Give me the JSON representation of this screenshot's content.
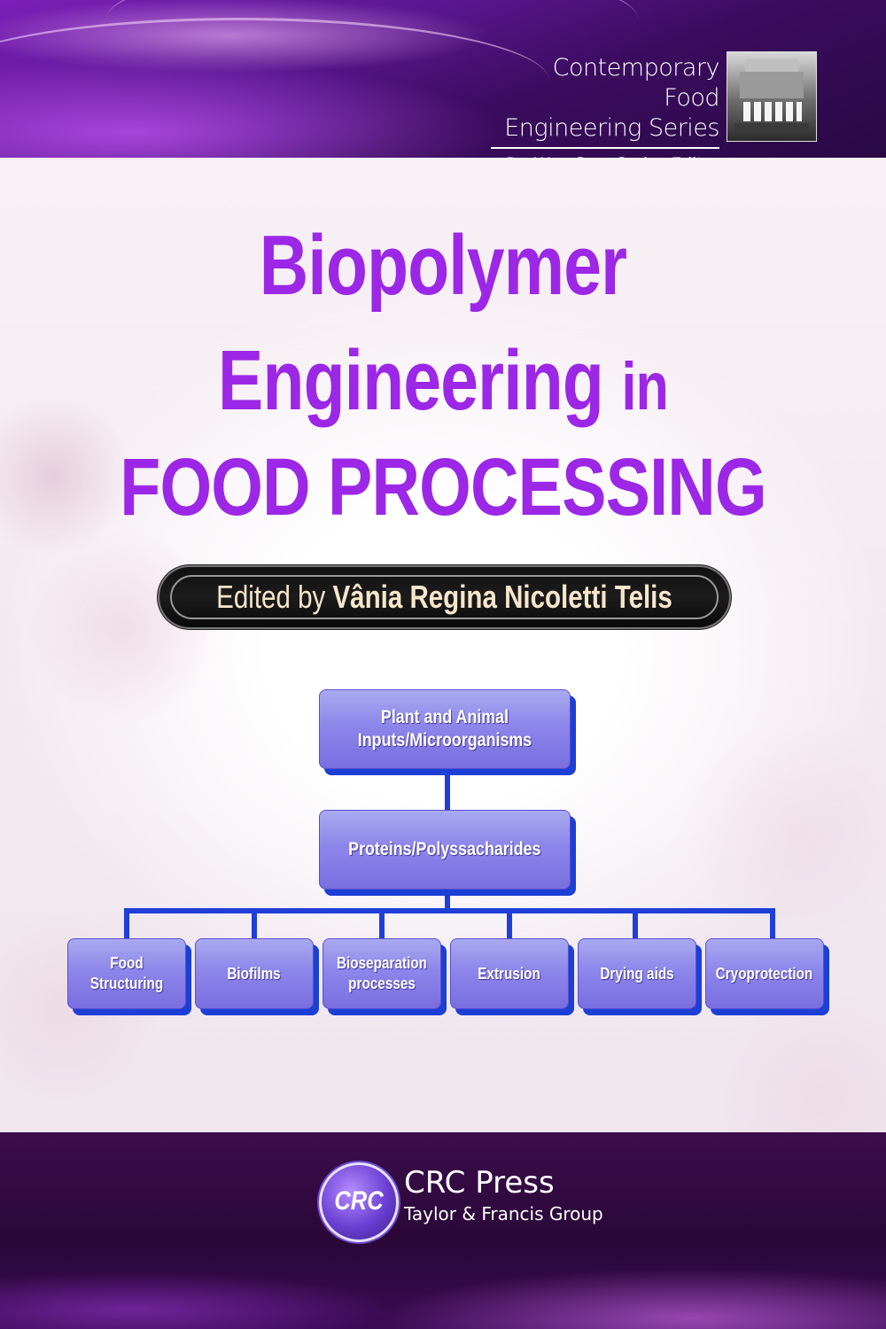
{
  "series": {
    "line1": "Contemporary Food",
    "line2": "Engineering Series",
    "editor": "Da-Wen Sun, Series Editor"
  },
  "title": {
    "line1": "Biopolymer",
    "line2_main": "Engineering",
    "line2_small": "in",
    "line3": "FOOD PROCESSING"
  },
  "editor": {
    "prefix": "Edited by",
    "name": "Vânia Regina Nicoletti Telis"
  },
  "diagram": {
    "root": "Plant and Animal Inputs/Microorganisms",
    "middle": "Proteins/Polyssacharides",
    "leaves": [
      "Food Structuring",
      "Biofilms",
      "Bioseparation processes",
      "Extrusion",
      "Drying aids",
      "Cryoprotection"
    ]
  },
  "publisher": {
    "logo_text": "CRC",
    "name": "CRC Press",
    "group": "Taylor & Francis Group"
  },
  "colors": {
    "title": "#9c27e6",
    "connector": "#1f3fd8",
    "node_face": "#8d86ea",
    "band": "#3c0d4c"
  }
}
